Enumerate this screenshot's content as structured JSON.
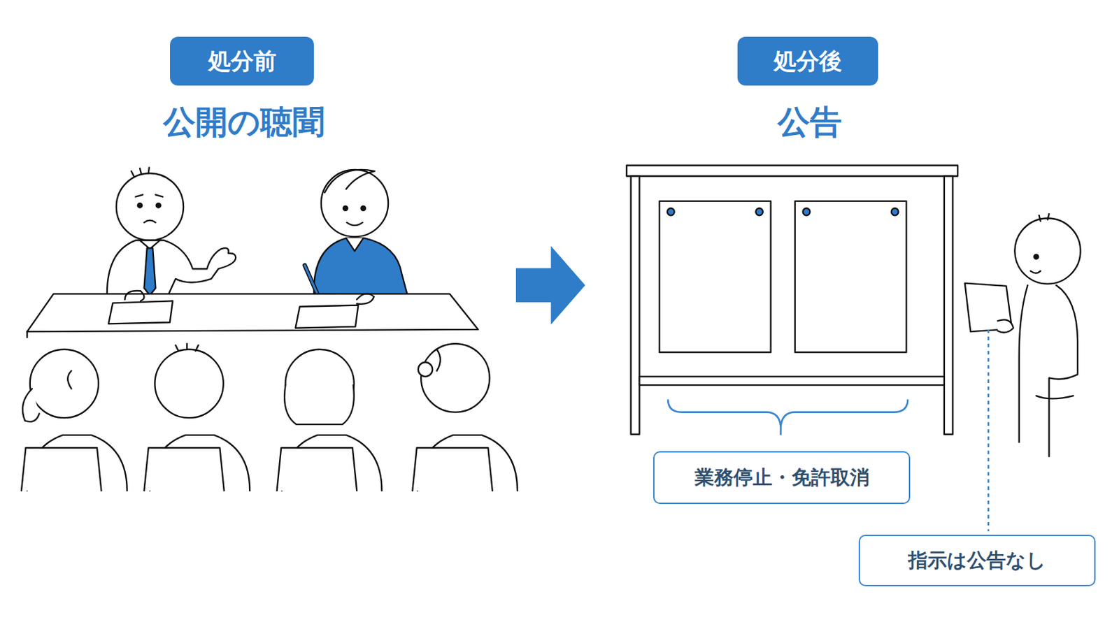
{
  "diagram": {
    "nodes": [
      {
        "text": [
          "処分前"
        ]
      },
      {
        "text": [
          "処分後"
        ]
      },
      {
        "text": [
          "業務停止・免許取消"
        ]
      },
      {
        "text": [
          "指示は公告なし"
        ]
      }
    ],
    "labels": [
      "公開の聴聞",
      "公告"
    ]
  }
}
